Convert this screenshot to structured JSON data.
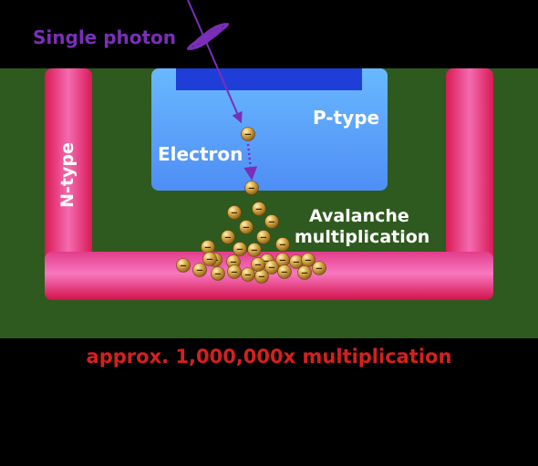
{
  "labels": {
    "single_photon": "Single photon",
    "p_type": "P-type",
    "electron": "Electron",
    "n_type": "N-type",
    "avalanche_line1": "Avalanche",
    "avalanche_line2": "multiplication",
    "caption": "approx. 1,000,000x multiplication"
  },
  "electron_sign": "−",
  "colors": {
    "background": "#000000",
    "substrate": "#2f5a1f",
    "p_type_region": "#5aa2ff",
    "p_type_top": "#1f3ed8",
    "n_type_region": "#f05aa8",
    "n_type_edge": "#d41a55",
    "photon": "#7a2fb8",
    "electron": "#d9a93a",
    "caption": "#d42020"
  }
}
